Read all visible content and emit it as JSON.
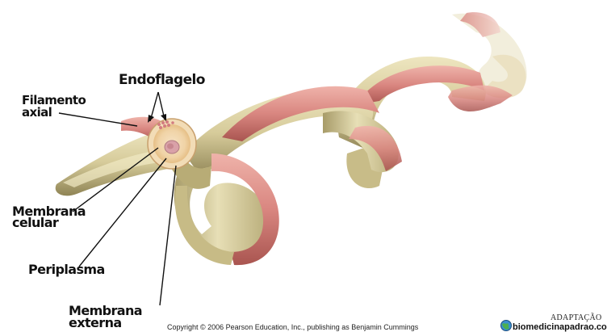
{
  "labels": {
    "endoflagelo": "Endoflagelo",
    "filamento": [
      "Filamento",
      "axial"
    ],
    "membrana_celular": [
      "Membrana",
      "celular"
    ],
    "periplasma": "Periplasma",
    "membrana_externa": [
      "Membrana",
      "externa"
    ]
  },
  "footer": {
    "copyright": "Copyright © 2006 Pearson Education, Inc., publishing as Benjamin Cummings",
    "adaptacao": "ADAPTAÇÃO",
    "site": "biomedicinapadrao.com"
  },
  "colors": {
    "body": "#d8cfa2",
    "body_shadow": "#9c9060",
    "flagellum": "#d98a88",
    "flagellum_dark": "#b85f5e"
  }
}
